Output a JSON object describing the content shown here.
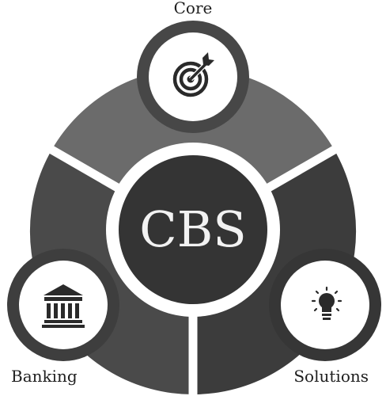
{
  "diagram": {
    "center_label": "CBS",
    "nodes": [
      {
        "id": "core",
        "label": "Core",
        "icon": "target-icon"
      },
      {
        "id": "banking",
        "label": "Banking",
        "icon": "bank-building-icon"
      },
      {
        "id": "solutions",
        "label": "Solutions",
        "icon": "lightbulb-icon"
      }
    ]
  },
  "colors": {
    "segment_top": "#6b6b6b",
    "segment_left": "#4a4a4a",
    "segment_right": "#3c3c3c",
    "center_fill": "#343434",
    "icon_fill": "#2a2a2a",
    "ring_fill": "#ffffff"
  }
}
